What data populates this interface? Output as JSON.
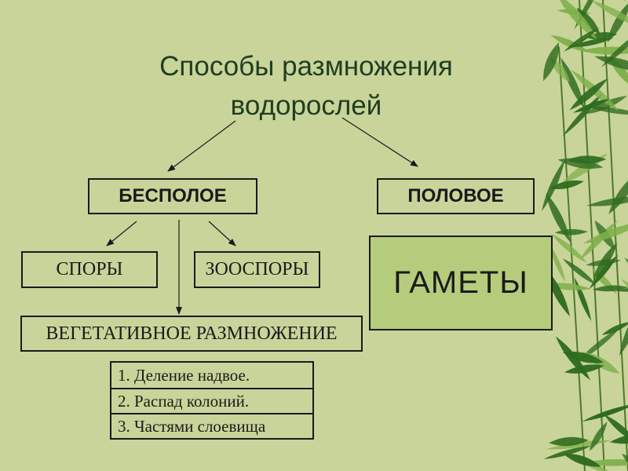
{
  "title": {
    "line1": "Способы размножения",
    "line2": "водорослей"
  },
  "nodes": {
    "asexual": "БЕСПОЛОЕ",
    "sexual": "ПОЛОВОЕ",
    "spores": "СПОРЫ",
    "zoospores": "ЗООСПОРЫ",
    "vegetative": "ВЕГЕТАТИВНОЕ РАЗМНОЖЕНИЕ",
    "gametes": "ГАМЕТЫ"
  },
  "vegetative_methods": [
    "1. Деление надвое.",
    "2. Распад колоний.",
    "3. Частями слоевища"
  ],
  "colors": {
    "background": "#c9d49a",
    "gametes_fill": "#b5cc7c",
    "title_text": "#1f3d1f",
    "leaf_dark": "#2f6b1f",
    "leaf_light": "#7fb04a"
  }
}
